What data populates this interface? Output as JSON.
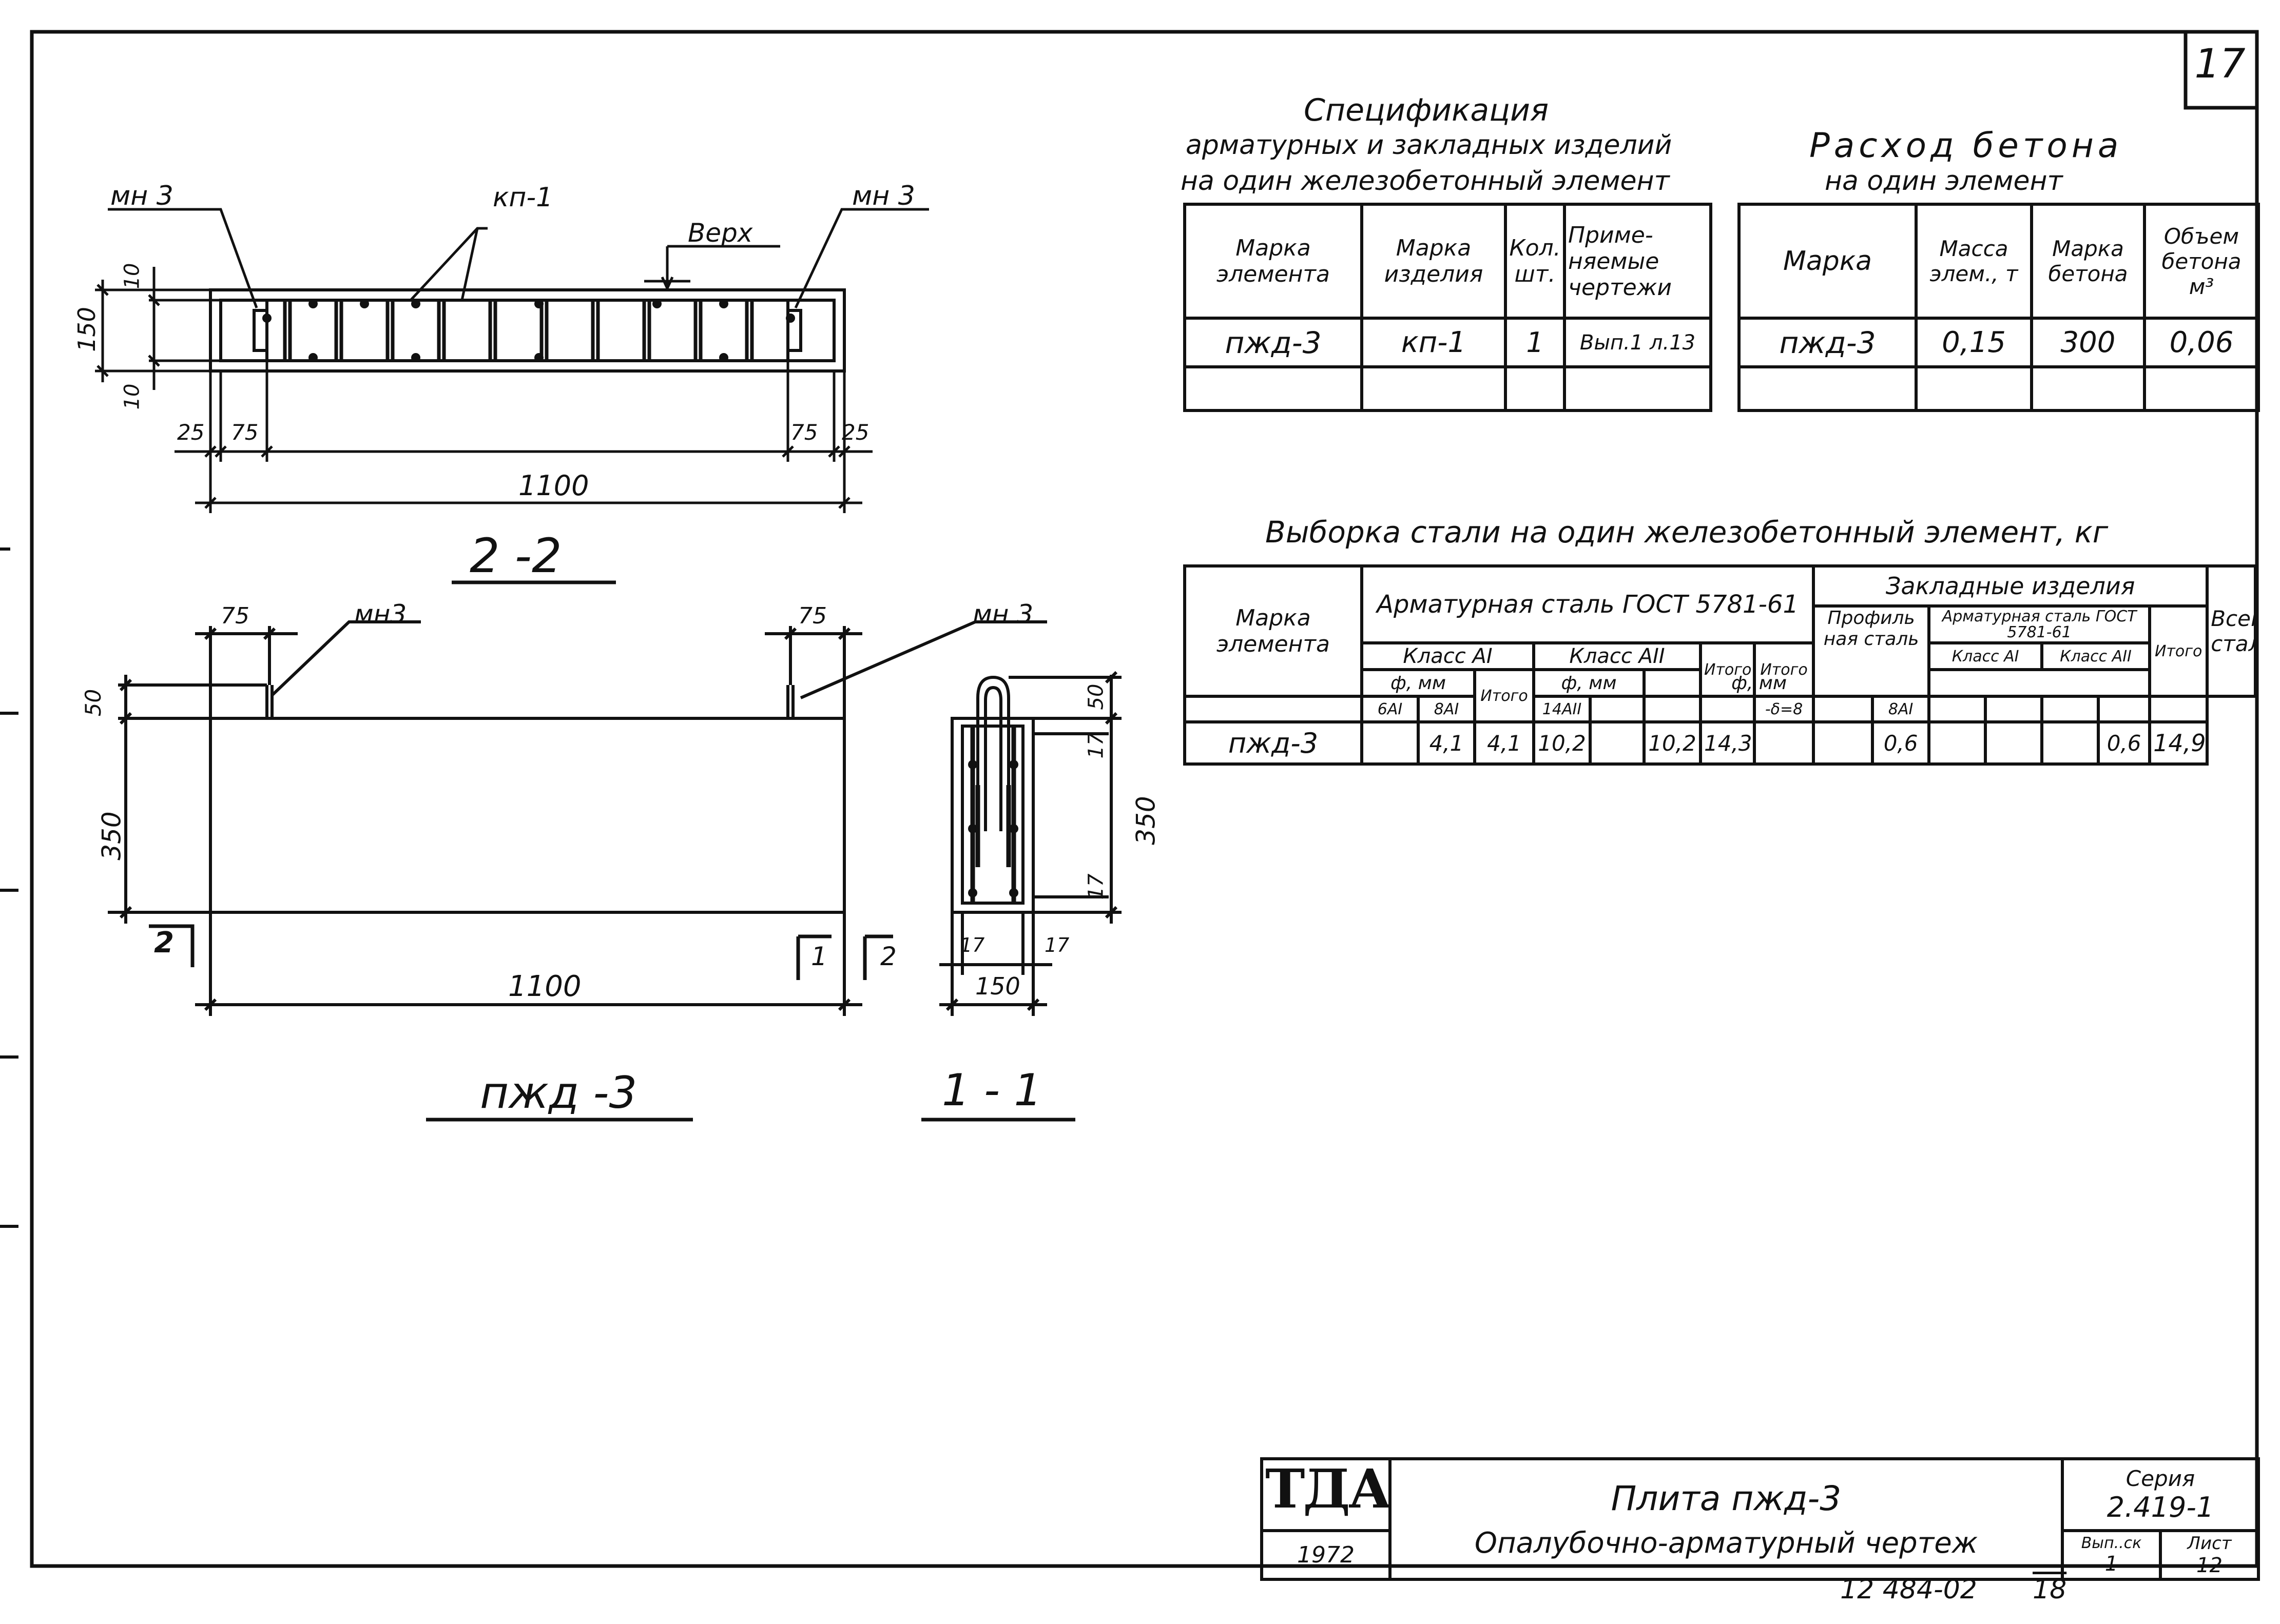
{
  "sheet_number": "17",
  "views": {
    "section_2_2": {
      "title": "2 -2",
      "labels": {
        "mn_left": "мн 3",
        "kp": "кп-1",
        "verh": "Верх",
        "mn_right": "мн 3"
      },
      "dims": {
        "top": "10",
        "height": "150",
        "bottom": "10",
        "l25": "25",
        "l75": "75",
        "r75": "75",
        "r25": "25",
        "length": "1100"
      }
    },
    "plate": {
      "title": "пжд -3",
      "labels": {
        "mn_left": "мн3",
        "mn_right": "мн 3"
      },
      "dims": {
        "l75": "75",
        "r75": "75",
        "h50": "50",
        "height": "350",
        "length": "1100"
      },
      "section_marks": {
        "left": "2",
        "right1": "1",
        "right2": "2"
      }
    },
    "section_1_1": {
      "title": "1 - 1",
      "dims": {
        "d50": "50",
        "d17a": "17",
        "height": "350",
        "d17b": "17",
        "l17": "17",
        "r17": "17",
        "width": "150"
      }
    }
  },
  "spec": {
    "title": "Спецификация",
    "subtitle1": "арматурных и закладных изделий",
    "subtitle2": "на один железобетонный элемент",
    "headers": [
      "Марка элемента",
      "Марка изделия",
      "Кол. шт.",
      "Приме- няемые чертежи"
    ],
    "row": [
      "пжд-3",
      "кп-1",
      "1",
      "Вып.1 л.13"
    ]
  },
  "concrete": {
    "title": "Расход бетона",
    "subtitle": "на один элемент",
    "headers": [
      "Марка",
      "Масса элем., т",
      "Марка бетона",
      "Объем бетона м³"
    ],
    "row": [
      "пжд-3",
      "0,15",
      "300",
      "0,06"
    ]
  },
  "steel": {
    "title": "Выборка стали на один железобетонный элемент, кг",
    "h_mark": "Марка элемента",
    "h_armature": "Арматурная сталь ГОСТ 5781-61",
    "h_class_a1": "Класс АI",
    "h_class_a2": "Класс АII",
    "h_phi_mm": "ф, мм",
    "h_itogo": "Итого",
    "h_6a1": "6АI",
    "h_8a1": "8АI",
    "h_14a2": "14АII",
    "h_embedded": "Закладные изделия",
    "h_profile": "Профиль ная сталь",
    "h_profile_sub": "-δ=8",
    "h_emb_armature": "Арматурная сталь ГОСТ 5781-61",
    "h_emb_a1": "Класс АI",
    "h_emb_a2": "Класс АII",
    "h_emb_phi": "ф, мм",
    "h_emb_8a1": "8АI",
    "h_total": "Всего стали",
    "row": {
      "mark": "пжд-3",
      "a1_6": "",
      "a1_8": "4,1",
      "a1_itogo": "4,1",
      "a2_14": "10,2",
      "a2_blank": "",
      "a2_itogo": "10,2",
      "arm_itogo": "14,3",
      "profile": "",
      "profile2": "",
      "emb_8": "0,6",
      "emb_b1": "",
      "emb_b2": "",
      "emb_b3": "",
      "emb_itogo": "0,6",
      "total": "14,9"
    }
  },
  "title_block": {
    "org": "ТДА",
    "year": "1972",
    "name": "Плита пжд-3",
    "desc": "Опалубочно-арматурный чертеж",
    "series_label": "Серия",
    "series": "2.419-1",
    "issue_label": "Вып..ск",
    "issue": "1",
    "sheet_label": "Лист",
    "sheet": "12"
  },
  "footer": {
    "code": "12 484-02",
    "num": "18"
  }
}
